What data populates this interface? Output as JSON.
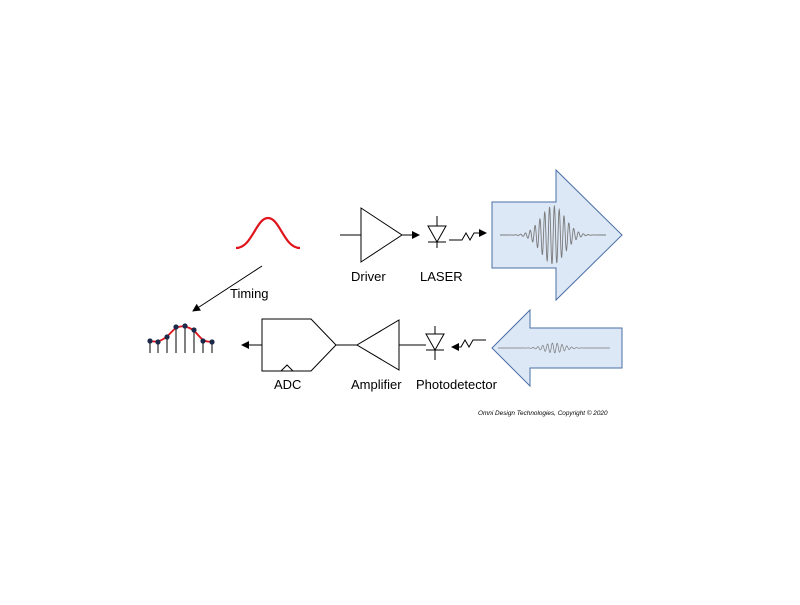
{
  "labels": {
    "driver": "Driver",
    "laser": "LASER",
    "timing": "Timing",
    "adc": "ADC",
    "amplifier": "Amplifier",
    "photodetector": "Photodetector"
  },
  "copyright": "Omni Design Technologies, Copyright © 2020",
  "colors": {
    "stroke": "#000000",
    "pulse": "#e0141c",
    "arrow_fill": "#dce8f6",
    "arrow_stroke": "#4a6fa5",
    "waveform": "#7a7a7a",
    "sample_dot": "#1b2a4a",
    "sample_line": "#e0141c"
  }
}
